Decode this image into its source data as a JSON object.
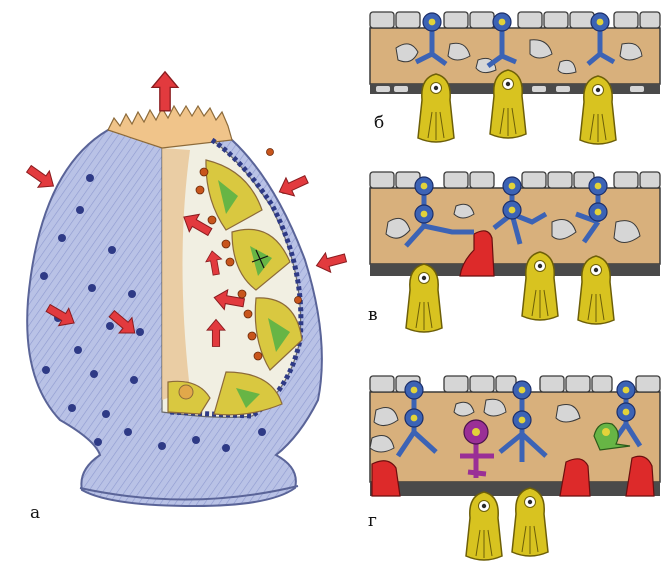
{
  "figure": {
    "panels": [
      {
        "id": "a",
        "label": "а"
      },
      {
        "id": "b",
        "label": "б"
      },
      {
        "id": "v",
        "label": "в"
      },
      {
        "id": "g",
        "label": "г"
      }
    ]
  },
  "colors": {
    "wall_blue": "#b9c2e6",
    "wall_stroke": "#5a6498",
    "nucleus_dark": "#2e3a86",
    "lumen_beige": "#f1efe2",
    "matrix_orange": "#e7c18f",
    "band_tan": "#d8b07c",
    "stromal_grey": "#d6d6d6",
    "dendrite_blue": "#3c63b5",
    "cell_yellow": "#d8c320",
    "cell_red": "#dd2a2a",
    "cell_purple": "#9a2f96",
    "cell_green": "#67b545",
    "arrow_red": "#e23a3e",
    "membrane_dark": "#3a3a3a"
  },
  "icons": [
    "red-arrow-icon"
  ]
}
